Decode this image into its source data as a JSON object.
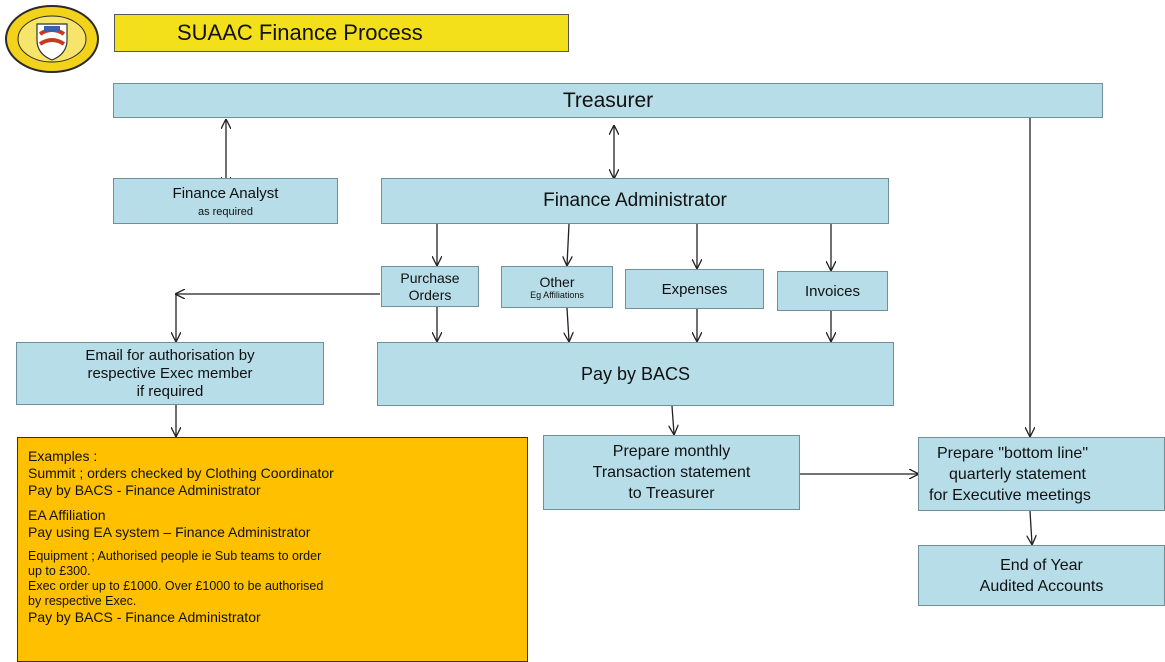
{
  "title": "SUAAC Finance Process",
  "nodes": {
    "treasurer": "Treasurer",
    "finance_analyst": {
      "title": "Finance Analyst",
      "sub": "as required"
    },
    "finance_admin": "Finance Administrator",
    "purchase_orders": [
      "Purchase",
      "Orders"
    ],
    "other": {
      "title": "Other",
      "sub": "Eg Affiliations"
    },
    "expenses": "Expenses",
    "invoices": "Invoices",
    "email": [
      "Email for authorisation by",
      "respective Exec member",
      "if required"
    ],
    "pay_bacs": "Pay by BACS",
    "monthly": [
      "Prepare monthly",
      "Transaction statement",
      "to Treasurer"
    ],
    "quarterly": [
      "Prepare \"bottom line\"",
      "quarterly statement",
      "for Executive meetings"
    ],
    "end_of_year": [
      "End of Year",
      "Audited Accounts"
    ]
  },
  "examples": {
    "heading": "Examples :",
    "summit": [
      "Summit ; orders checked by Clothing Coordinator",
      "Pay by BACS - Finance Administrator"
    ],
    "ea": [
      "EA Affiliation",
      "Pay using EA system  – Finance Administrator"
    ],
    "equipment": [
      "Equipment ; Authorised people ie Sub teams to order",
      "up to £300.",
      "Exec order up to £1000. Over £1000 to be authorised",
      "by respective Exec.",
      "Pay by BACS - Finance Administrator"
    ]
  }
}
